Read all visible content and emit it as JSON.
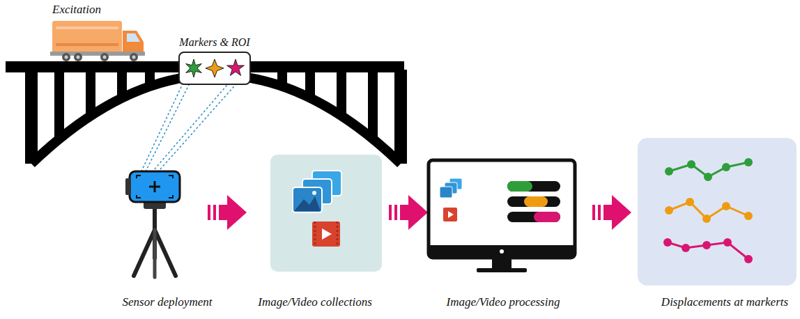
{
  "diagram": {
    "nodes": [
      {
        "text": [
          "Markers & ROI"
        ]
      }
    ],
    "labels": [
      "Excitation",
      "Sensor deployment",
      "Image/Video collections",
      "Image/Video processing",
      "Displacements at markerts"
    ]
  }
}
